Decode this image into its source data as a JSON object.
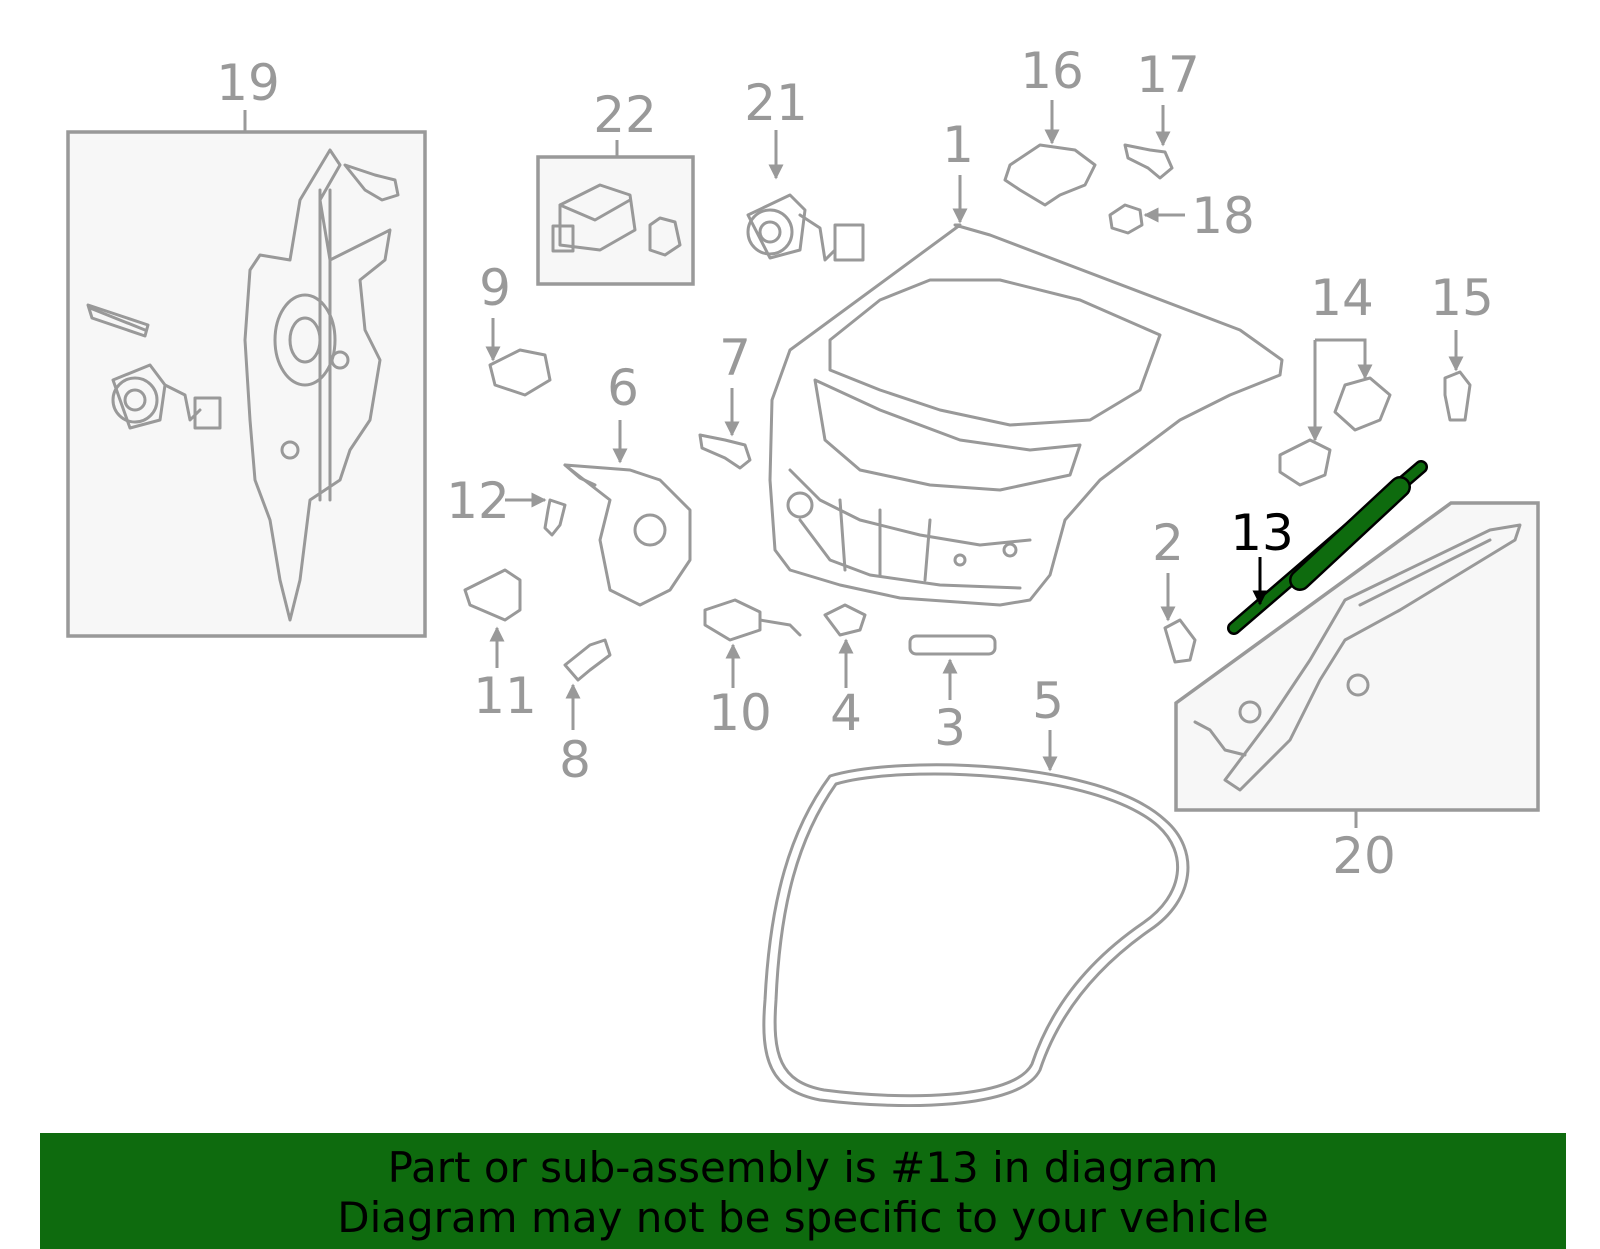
{
  "diagram": {
    "highlighted_part": "13",
    "highlight_color": "#0e6b0e",
    "line_color": "#999999",
    "callouts": [
      "1",
      "2",
      "3",
      "4",
      "5",
      "6",
      "7",
      "8",
      "9",
      "10",
      "11",
      "12",
      "13",
      "14",
      "15",
      "16",
      "17",
      "18",
      "19",
      "20",
      "21",
      "22"
    ]
  },
  "banner": {
    "line1": "Part or sub-assembly is #13 in diagram",
    "line2": "Diagram may not be specific to your vehicle",
    "background": "#0e6b0e"
  }
}
